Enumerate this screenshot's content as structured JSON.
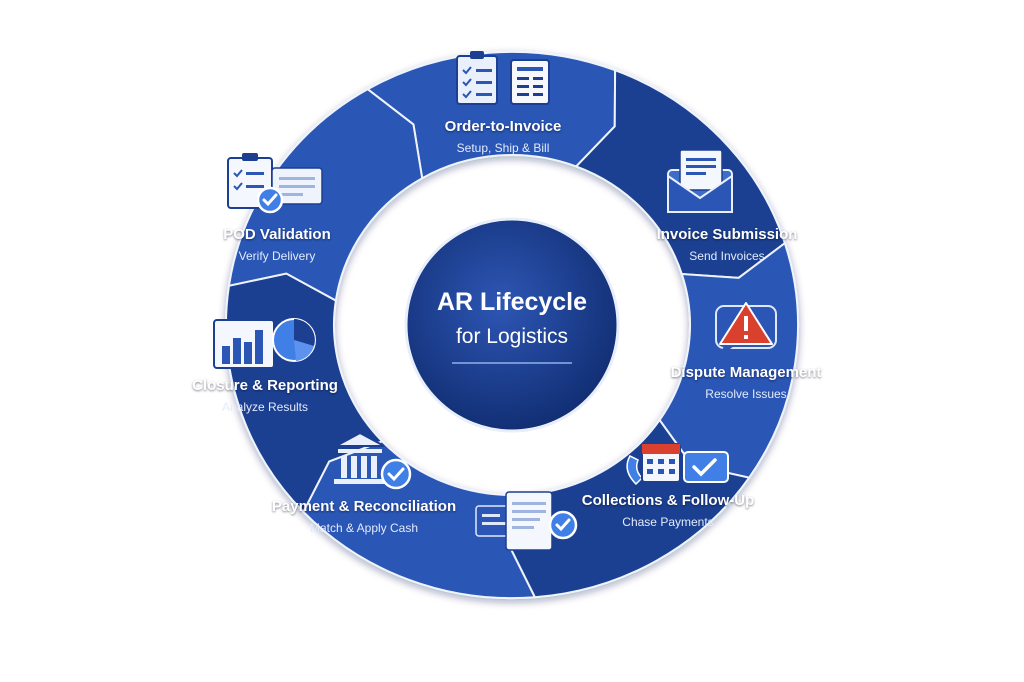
{
  "center": {
    "title": "AR Lifecycle",
    "subtitle": "for Logistics"
  },
  "stages": [
    {
      "title": "Order-to-Invoice",
      "subtitle": "Setup, Ship & Bill",
      "icon": "clipboard-invoice-icon"
    },
    {
      "title": "Invoice Submission",
      "subtitle": "Send Invoices",
      "icon": "envelope-icon"
    },
    {
      "title": "Dispute Management",
      "subtitle": "Resolve Issues",
      "icon": "warning-chat-icon"
    },
    {
      "title": "Collections & Follow-Up",
      "subtitle": "Chase Payments",
      "icon": "calendar-phone-check-icon"
    },
    {
      "title": "Payment & Reconciliation",
      "subtitle": "Match & Apply Cash",
      "icon": "bank-check-icon"
    },
    {
      "title": "Closure & Reporting",
      "subtitle": "Analyze Results",
      "icon": "bar-pie-chart-icon"
    },
    {
      "title": "POD Validation",
      "subtitle": "Verify Delivery",
      "icon": "clipboard-check-icon"
    }
  ],
  "colors": {
    "ring_dark": "#1d3f91",
    "ring_light": "#2b56b5",
    "center": "#1a3c8c",
    "accent": "#3f7fe6",
    "alert": "#d9412e",
    "background": "#ffffff"
  }
}
